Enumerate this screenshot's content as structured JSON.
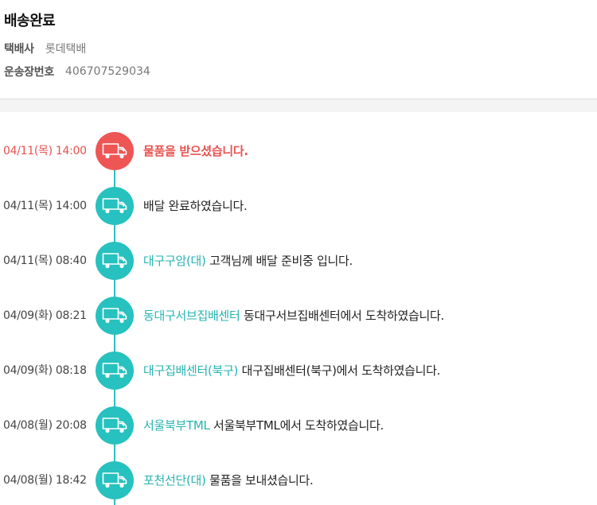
{
  "header": {
    "status_title": "배송완료",
    "courier_label": "택배사",
    "courier_value": "롯데택배",
    "tracking_label": "운송장번호",
    "tracking_value": "406707529034"
  },
  "colors": {
    "accent_teal": "#27c1bf",
    "current_red": "#ee5555",
    "location_text": "#26b3b0"
  },
  "events": [
    {
      "time": "04/11(목) 14:00",
      "location": "",
      "message": "물품을 받으셨습니다.",
      "current": true,
      "icon": "delivery-truck-icon"
    },
    {
      "time": "04/11(목) 14:00",
      "location": "",
      "message": "배달 완료하였습니다.",
      "current": false,
      "icon": "delivery-truck-icon"
    },
    {
      "time": "04/11(목) 08:40",
      "location": "대구구암(대)",
      "message": " 고객님께 배달 준비중 입니다.",
      "current": false,
      "icon": "delivery-truck-icon"
    },
    {
      "time": "04/09(화) 08:21",
      "location": "동대구서브집배센터",
      "message": " 동대구서브집배센터에서 도착하였습니다.",
      "current": false,
      "icon": "delivery-truck-icon"
    },
    {
      "time": "04/09(화) 08:18",
      "location": "대구집배센터(북구)",
      "message": " 대구집배센터(북구)에서 도착하였습니다.",
      "current": false,
      "icon": "delivery-truck-icon"
    },
    {
      "time": "04/08(월) 20:08",
      "location": "서울북부TML",
      "message": " 서울북부TML에서 도착하였습니다.",
      "current": false,
      "icon": "delivery-truck-icon"
    },
    {
      "time": "04/08(월) 18:42",
      "location": "포천선단(대)",
      "message": " 물품을 보내셨습니다.",
      "current": false,
      "icon": "delivery-truck-icon"
    }
  ]
}
